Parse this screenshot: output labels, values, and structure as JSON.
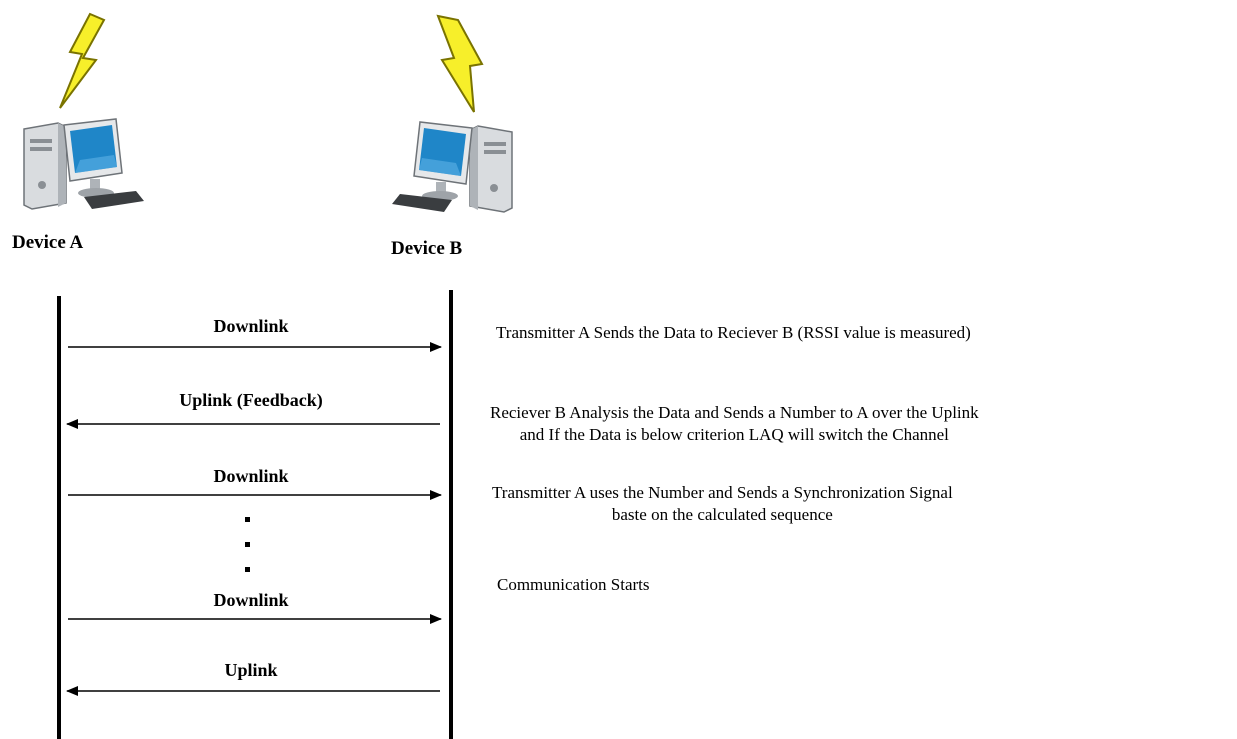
{
  "devices": {
    "a": {
      "label": "Device A"
    },
    "b": {
      "label": "Device B"
    }
  },
  "messages": [
    {
      "label": "Downlink",
      "direction": "A-to-B"
    },
    {
      "label": "Uplink (Feedback)",
      "direction": "B-to-A"
    },
    {
      "label": "Downlink",
      "direction": "A-to-B"
    },
    {
      "label": "Downlink",
      "direction": "A-to-B"
    },
    {
      "label": "Uplink",
      "direction": "B-to-A"
    }
  ],
  "descriptions": [
    {
      "lines": [
        "Transmitter A Sends the Data to Reciever B (RSSI value is measured)"
      ]
    },
    {
      "lines": [
        "Reciever B Analysis the Data and Sends a Number to A over the Uplink",
        "and If the Data is below criterion LAQ will switch the Channel"
      ]
    },
    {
      "lines": [
        "Transmitter A uses the Number and Sends a Synchronization Signal",
        "baste on the calculated sequence"
      ]
    },
    {
      "lines": [
        "Communication Starts"
      ]
    }
  ],
  "colors": {
    "line": "#000000",
    "lightning_fill": "#f7ef2a",
    "lightning_stroke": "#7a7300",
    "monitor_screen": "#1f86c8",
    "case": "#d9dcdf"
  },
  "icons": [
    "lightning-icon",
    "desktop-computer-icon"
  ]
}
